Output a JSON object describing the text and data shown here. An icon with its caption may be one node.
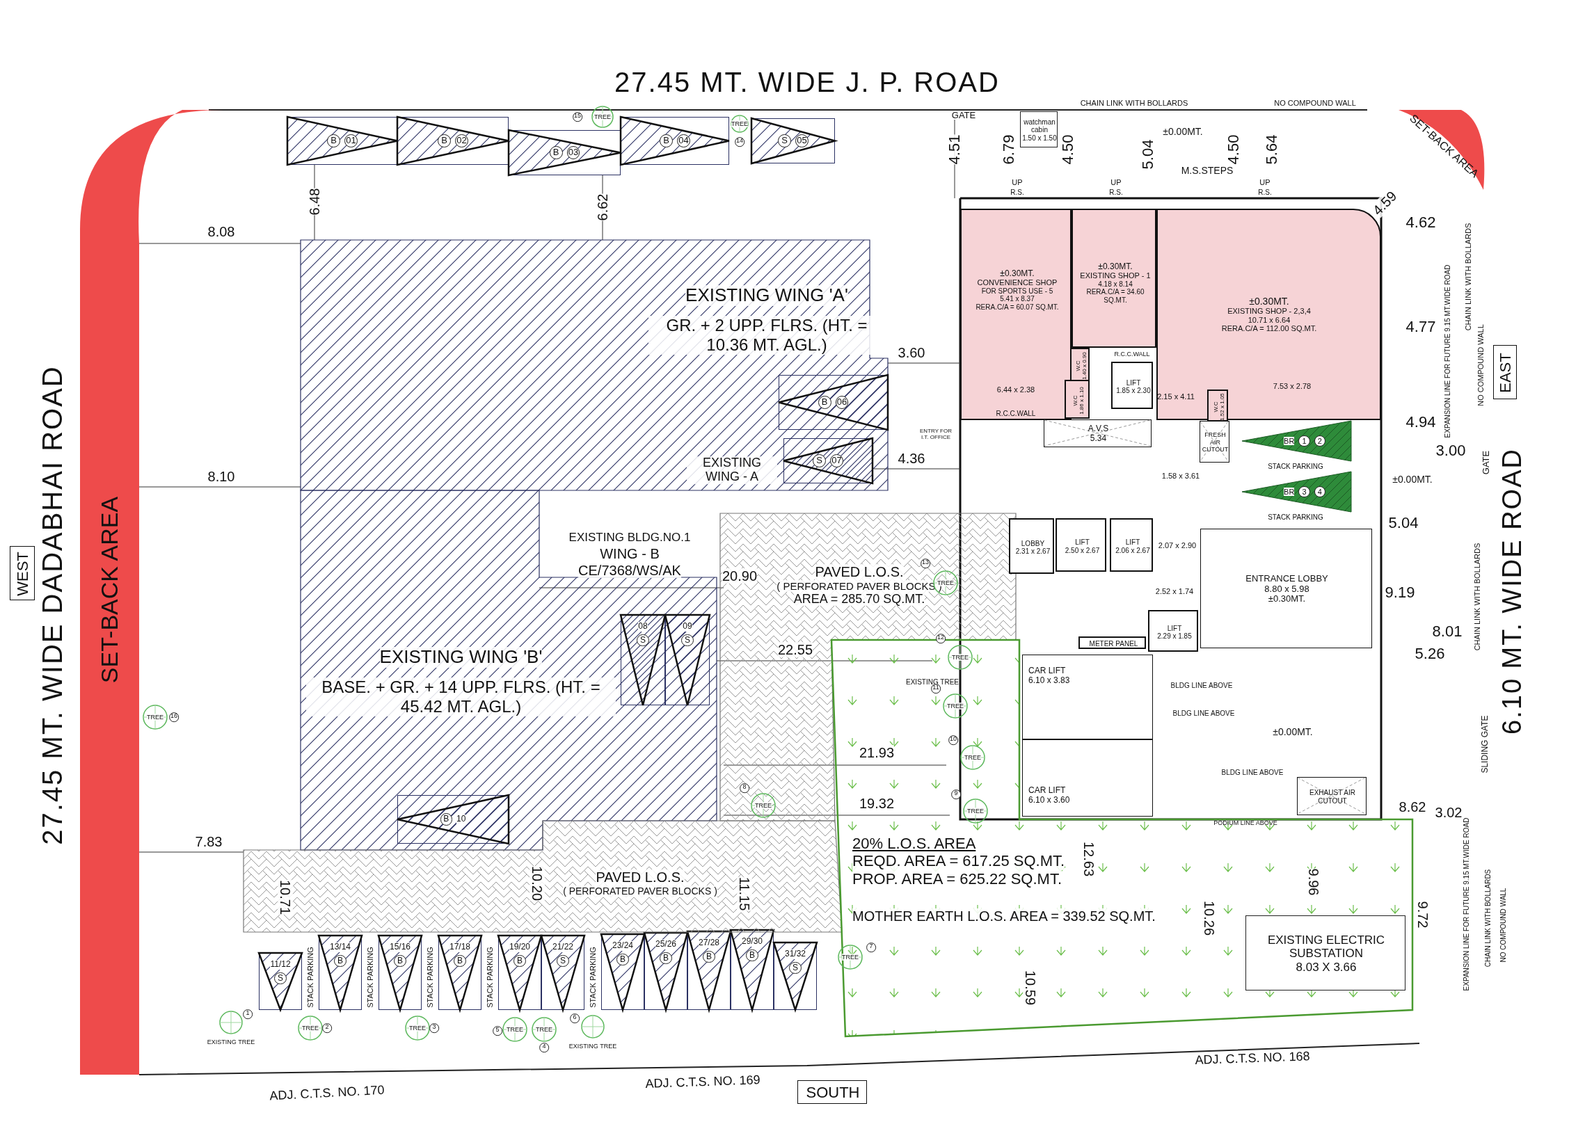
{
  "diagram": {
    "nodes": [
      {
        "text": [
          "SET-BACK AREA"
        ]
      },
      {
        "text": [
          "SET-BACK AREA"
        ]
      },
      {
        "text": [
          "WEST"
        ]
      },
      {
        "text": [
          "EAST"
        ]
      },
      {
        "text": [
          "SOUTH"
        ]
      },
      {
        "text": [
          "watchman cabin",
          "1.50 x 1.50"
        ]
      },
      {
        "text": [
          "EXISTING WING 'A'",
          "GR. + 2 UPP. FLRS. (HT. = 10.36 MT. AGL.)"
        ]
      },
      {
        "text": [
          "EXISTING WING 'B'",
          "BASE. + GR. + 14 UPP. FLRS. (HT. = 45.42 MT. AGL.)"
        ]
      },
      {
        "text": [
          "B",
          "01"
        ]
      },
      {
        "text": [
          "B",
          "02"
        ]
      },
      {
        "text": [
          "B",
          "03"
        ]
      },
      {
        "text": [
          "B",
          "04"
        ]
      },
      {
        "text": [
          "S",
          "05"
        ]
      },
      {
        "text": [
          "B",
          "06"
        ],
        "in": 6
      },
      {
        "text": [
          "S",
          "07"
        ],
        "in": 6
      },
      {
        "text": [
          "08",
          "S"
        ],
        "in": 7
      },
      {
        "text": [
          "09",
          "S"
        ],
        "in": 7
      },
      {
        "text": [
          "B",
          "10"
        ],
        "in": 7
      },
      {
        "text": [
          "11/12",
          "S"
        ]
      },
      {
        "text": [
          "13/14",
          "B"
        ]
      },
      {
        "text": [
          "15/16",
          "B"
        ]
      },
      {
        "text": [
          "17/18",
          "B"
        ]
      },
      {
        "text": [
          "19/20",
          "B"
        ]
      },
      {
        "text": [
          "21/22",
          "S"
        ]
      },
      {
        "text": [
          "23/24",
          "B"
        ]
      },
      {
        "text": [
          "25/26",
          "B"
        ]
      },
      {
        "text": [
          "27/28",
          "B"
        ]
      },
      {
        "text": [
          "29/30",
          "B"
        ]
      },
      {
        "text": [
          "31/32",
          "S"
        ]
      },
      {
        "text": [
          "PAVED L.O.S.",
          "( PERFORATED PAVER BLOCKS )",
          "AREA = 285.70 SQ.MT."
        ]
      },
      {
        "text": [
          "PAVED L.O.S.",
          "( PERFORATED PAVER BLOCKS )"
        ]
      },
      {
        "text": [
          "20% L.O.S. AREA",
          "REQD. AREA = 617.25 SQ.MT.",
          "PROP. AREA = 625.22 SQ.MT.",
          "MOTHER EARTH L.O.S. AREA = 339.52 SQ.MT."
        ]
      },
      {
        "text": [
          "EXISTING ELECTRIC SUBSTATION",
          "8.03 X 3.66"
        ],
        "in": 31
      },
      {
        "text": [
          "±0.30MT.",
          "CONVENIENCE SHOP",
          "FOR SPORTS USE - 5",
          "5.41 x 8.37",
          "RERA.C/A = 60.07 SQ.MT."
        ]
      },
      {
        "text": [
          "±0.30MT.",
          "EXISTING SHOP - 1",
          "4.18 x 8.14",
          "RERA.C/A = 34.60 SQ.MT."
        ]
      },
      {
        "text": [
          "±0.30MT.",
          "EXISTING SHOP - 2,3,4",
          "10.71 x 6.64",
          "RERA.C/A = 112.00 SQ.MT."
        ]
      },
      {
        "text": [
          "W.C",
          "1.40 x 0.90"
        ]
      },
      {
        "text": [
          "W.C",
          "1.86 x 1.10"
        ]
      },
      {
        "text": [
          "W.C",
          "1.52 x 1.05"
        ],
        "in": 35
      },
      {
        "text": [
          "LIFT",
          "1.85 x 2.30"
        ]
      },
      {
        "text": [
          "A.V.S",
          "5.34"
        ]
      },
      {
        "text": [
          "FRESH AIR CUTOUT"
        ]
      },
      {
        "text": [
          "BR",
          "1",
          "2"
        ]
      },
      {
        "text": [
          "BR",
          "3",
          "4"
        ]
      },
      {
        "text": [
          "LOBBY",
          "2.31 x 2.67"
        ]
      },
      {
        "text": [
          "LIFT",
          "2.50 x 2.67"
        ]
      },
      {
        "text": [
          "LIFT",
          "2.06 x 2.67"
        ]
      },
      {
        "text": [
          "ENTRANCE LOBBY",
          "8.80 x 5.98",
          "±0.30MT."
        ]
      },
      {
        "text": [
          "LIFT",
          "2.29 x 1.85"
        ]
      },
      {
        "text": [
          "METER PANEL"
        ]
      },
      {
        "text": [
          "CAR LIFT",
          "6.10 x 3.83"
        ]
      },
      {
        "text": [
          "CAR LIFT",
          "6.10 x 3.60"
        ]
      },
      {
        "text": [
          "EXHAUST AIR CUTOUT"
        ]
      },
      {
        "text": [
          "TREE"
        ]
      },
      {
        "text": [
          "TREE"
        ]
      },
      {
        "text": [
          "TREE"
        ]
      },
      {
        "text": [
          "TREE"
        ],
        "in": 29
      },
      {
        "text": [
          "TREE"
        ],
        "in": 31
      },
      {
        "text": [
          "TREE"
        ],
        "in": 31
      },
      {
        "text": [
          "TREE"
        ],
        "in": 31
      },
      {
        "text": [
          "TREE"
        ],
        "in": 31
      },
      {
        "text": [
          "TREE"
        ],
        "in": 29
      },
      {
        "text": [
          "TREE"
        ],
        "in": 31
      },
      {
        "text": [
          "EXISTING TREE"
        ]
      },
      {
        "text": [
          "TREE"
        ]
      },
      {
        "text": [
          "TREE"
        ]
      },
      {
        "text": [
          "TREE"
        ]
      },
      {
        "text": [
          "TREE"
        ]
      },
      {
        "text": [
          "EXISTING TREE"
        ]
      }
    ],
    "labels": [
      "27.45 MT. WIDE J. P. ROAD",
      "27.45 MT. WIDE DADABHAI ROAD",
      "6.10 MT. WIDE ROAD",
      "GATE",
      "CHAIN LINK WITH BOLLARDS",
      "NO COMPOUND WALL",
      "±0.00MT.",
      "M.S.STEPS",
      "4.51",
      "6.79",
      "4.50",
      "5.04",
      "4.50",
      "5.64",
      "UP",
      "UP",
      "UP",
      "R.S.",
      "R.S.",
      "R.S.",
      "4.59",
      "4.62",
      "4.77",
      "4.94",
      "3.00",
      "5.04",
      "9.19",
      "8.01",
      "5.26",
      "8.62",
      "3.02",
      "9.72",
      "EXPANSION LINE FOR FUTURE 9.15 MT.WIDE ROAD",
      "CHAIN LINK WITH BOLLARDS",
      "NO COMPOUND WALL",
      "GATE",
      "CHAIN LINK WITH BOLLARDS",
      "SLIDING GATE",
      "EXPANSION LINE FOR FUTURE 9.15 MT.WIDE ROAD",
      "CHAIN LINK WITH BOLLARDS",
      "NO COMPOUND WALL",
      "6.48",
      "6.62",
      "8.08",
      "8.10",
      "7.83",
      "3.60",
      "4.36",
      "EXISTING WING - A",
      "EXISTING BLDG.NO.1",
      "WING - B",
      "CE/7368/WS/AK",
      "20.90",
      "22.55",
      "21.93",
      "19.32",
      "10.71",
      "10.20",
      "11.15",
      "12.63",
      "10.59",
      "10.26",
      "9.96",
      "STACK PARKING",
      "STACK PARKING",
      "STACK PARKING",
      "STACK PARKING",
      "STACK PARKING",
      "ADJ. C.T.S. NO. 170",
      "ADJ. C.T.S. NO. 169",
      "ADJ. C.T.S. NO. 168",
      "STACK PARKING",
      "STACK PARKING",
      "±0.00MT.",
      "±0.00MT.",
      "BLDG LINE ABOVE",
      "BLDG LINE ABOVE",
      "BLDG LINE ABOVE",
      "PODIUM LINE ABOVE",
      "EXISTING TREE",
      "6.44 x 2.38",
      "7.53 x 2.78",
      "2.15 x 4.11",
      "R.C.C.WALL",
      "R.C.C.WALL",
      "1.58 x 3.61",
      "2.07 x 2.90",
      "2.52 x 1.74",
      "ENTRY FOR I.T. OFFICE",
      "15",
      "14",
      "16",
      "13",
      "12",
      "11",
      "10",
      "9",
      "8",
      "7",
      "1",
      "2",
      "3",
      "4",
      "5",
      "6"
    ]
  }
}
